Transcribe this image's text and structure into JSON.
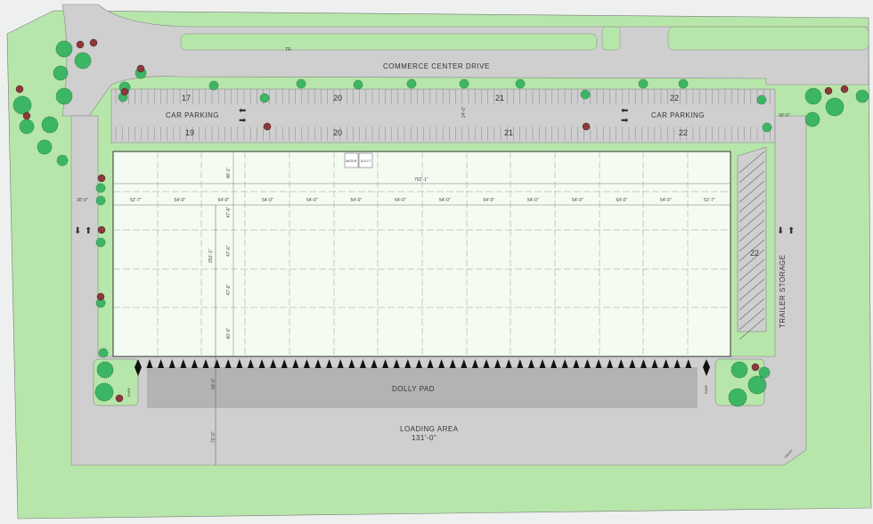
{
  "site_plan": {
    "street_name": "COMMERCE CENTER DRIVE",
    "parking": {
      "label_west": "CAR PARKING",
      "label_east": "CAR PARKING",
      "north_row_counts": [
        "17",
        "20",
        "21",
        "22"
      ],
      "south_row_counts": [
        "19",
        "20",
        "21",
        "22"
      ],
      "aisle_width": "24'-0\""
    },
    "building": {
      "overall_width": "752'-1\"",
      "overall_depth": "251'-1\"",
      "bay_widths": [
        "52'-7\"",
        "54'-0\"",
        "54'-0\"",
        "54'-0\"",
        "54'-0\"",
        "54'-0\"",
        "54'-0\"",
        "54'-0\"",
        "54'-0\"",
        "54'-0\"",
        "54'-0\"",
        "54'-0\"",
        "54'-0\"",
        "52'-7\""
      ],
      "bay_depths": [
        "48'-1\"",
        "47'-6\"",
        "47'-6\"",
        "47'-6\"",
        "60'-0\""
      ],
      "utility_rooms": [
        "WATER",
        "ELECT"
      ]
    },
    "drives": {
      "west_width": "30'-0\"",
      "east_width": "30'-0\""
    },
    "trailer_storage": {
      "label": "TRAILER STORAGE",
      "count": "22"
    },
    "dolly_pad": {
      "label": "DOLLY PAD",
      "depth": "50'-0\""
    },
    "loading_area": {
      "label": "LOADING AREA",
      "width": "131'-0\"",
      "depth": "72'-0\""
    },
    "ramp_label": "RAMP",
    "transformer_label": "TR",
    "trash_label": "TRASH",
    "colors": {
      "landscape": "#b7e6aa",
      "pavement": "#cfcfcf",
      "dolly_pad": "#b3b3b3",
      "tree": "#3cb664",
      "shrub": "#8b3a3a"
    }
  }
}
